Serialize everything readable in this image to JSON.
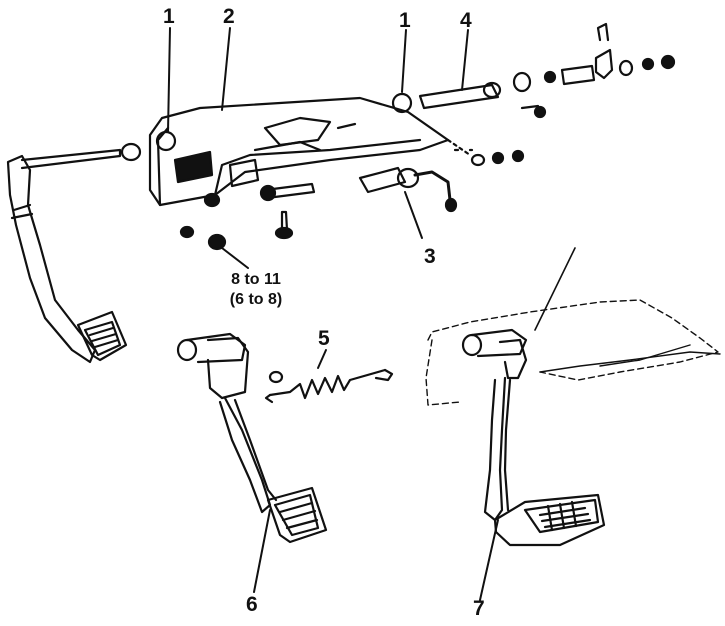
{
  "callouts": {
    "c1a": "1",
    "c2": "2",
    "c1b": "1",
    "c4": "4",
    "c3": "3",
    "c5": "5",
    "c6": "6",
    "c7": "7"
  },
  "torque": {
    "line1": "8 to 11",
    "line2": "(6 to 8)"
  },
  "colors": {
    "ink": "#111111",
    "paper": "#ffffff"
  }
}
